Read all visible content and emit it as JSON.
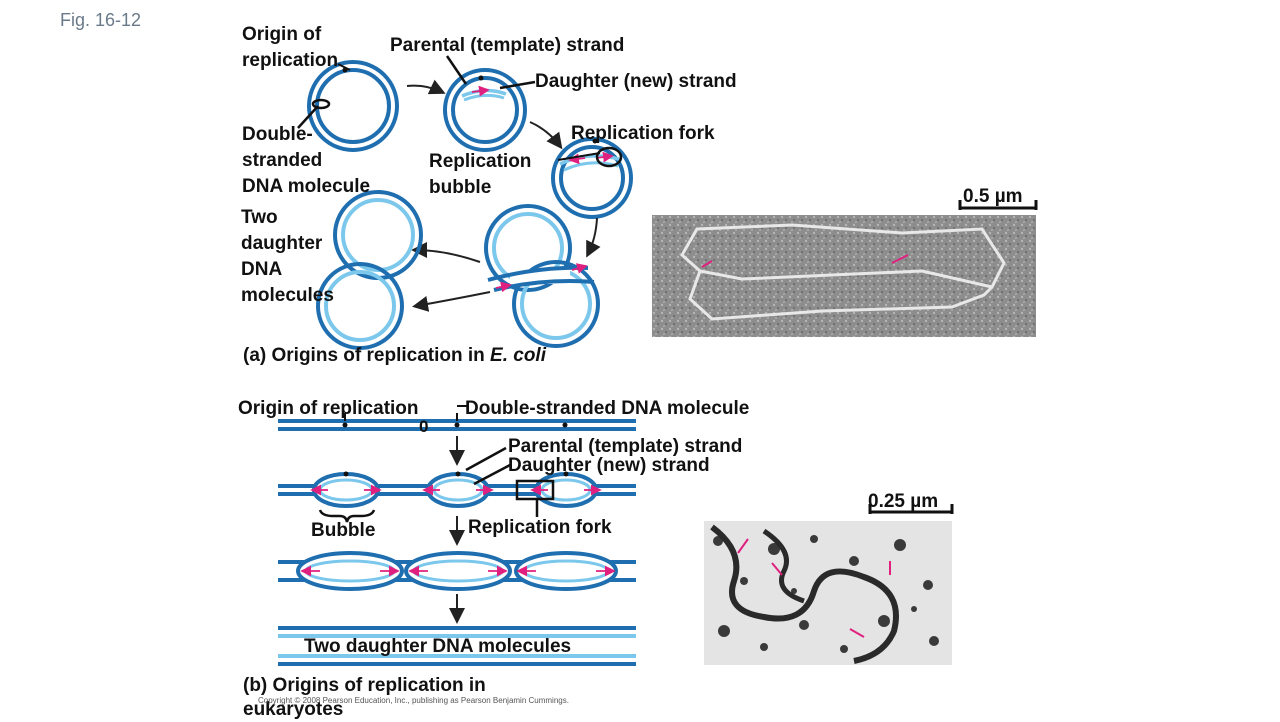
{
  "figure": {
    "label": "Fig. 16-12"
  },
  "panel_a": {
    "origin_label": "Origin of replication",
    "origin_line1": "Origin of",
    "origin_line2": "replication",
    "parental_label": "Parental (template) strand",
    "daughter_label": "Daughter (new) strand",
    "fork_label": "Replication fork",
    "ds_line1": "Double-",
    "ds_line2": "stranded",
    "ds_line3": "DNA molecule",
    "bubble_line1": "Replication",
    "bubble_line2": "bubble",
    "two_line1": "Two",
    "two_line2": "daughter",
    "two_line3": "DNA",
    "two_line4": "molecules",
    "caption_prefix": "(a) Origins of replication in ",
    "caption_italic": "E. coli",
    "scale": "0.5 µm"
  },
  "panel_b": {
    "origin_label": "Origin of replication",
    "ds_label": "Double-stranded DNA molecule",
    "parental_label": "Parental (template) strand",
    "daughter_label": "Daughter (new) strand",
    "bubble_label": "Bubble",
    "fork_label": "Replication fork",
    "two_label": "Two daughter DNA molecules",
    "caption_line1": "(b) Origins of replication in",
    "caption_line2": "eukaryotes",
    "scale": "0.25 µm",
    "origin_mark": "0"
  },
  "copyright": "Copyright © 2008 Pearson Education, Inc., publishing as Pearson Benjamin Cummings.",
  "colors": {
    "dark_strand": "#1f6fb0",
    "light_strand": "#7cc8ec",
    "arrow": "#e0207f"
  }
}
